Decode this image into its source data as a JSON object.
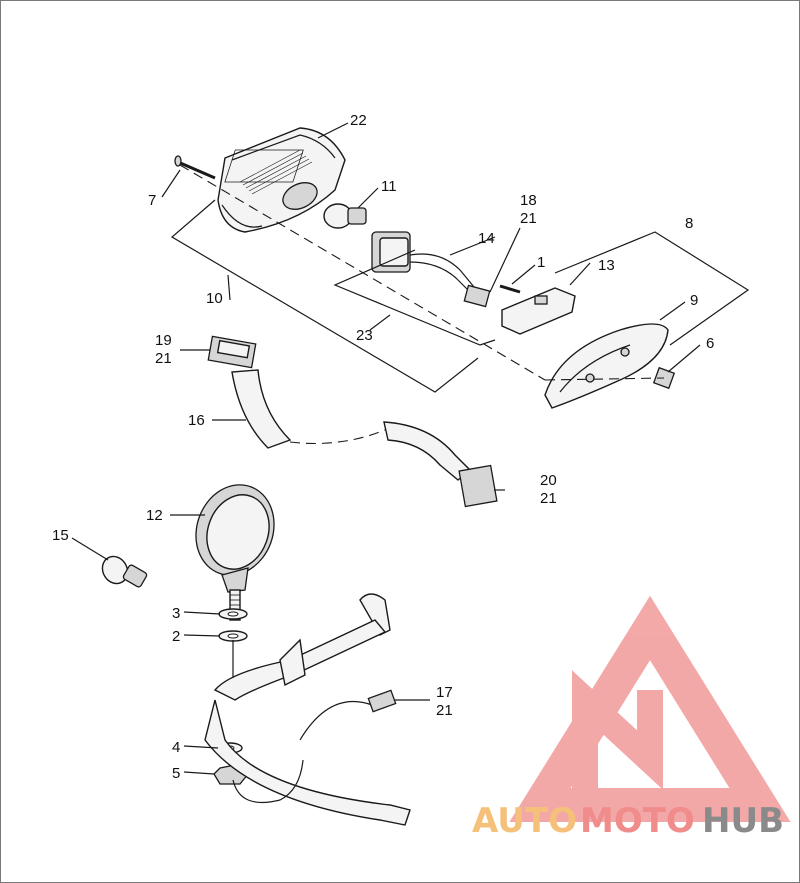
{
  "diagram": {
    "callouts": [
      {
        "id": "c22",
        "text": "22"
      },
      {
        "id": "c7",
        "text": "7"
      },
      {
        "id": "c11",
        "text": "11"
      },
      {
        "id": "c18",
        "text": "18"
      },
      {
        "id": "c21a",
        "text": "21"
      },
      {
        "id": "c8",
        "text": "8"
      },
      {
        "id": "c14",
        "text": "14"
      },
      {
        "id": "c1",
        "text": "1"
      },
      {
        "id": "c13",
        "text": "13"
      },
      {
        "id": "c10",
        "text": "10"
      },
      {
        "id": "c9",
        "text": "9"
      },
      {
        "id": "c23",
        "text": "23"
      },
      {
        "id": "c6",
        "text": "6"
      },
      {
        "id": "c19",
        "text": "19"
      },
      {
        "id": "c21b",
        "text": "21"
      },
      {
        "id": "c16",
        "text": "16"
      },
      {
        "id": "c20",
        "text": "20"
      },
      {
        "id": "c21c",
        "text": "21"
      },
      {
        "id": "c12",
        "text": "12"
      },
      {
        "id": "c15",
        "text": "15"
      },
      {
        "id": "c3",
        "text": "3"
      },
      {
        "id": "c2",
        "text": "2"
      },
      {
        "id": "c17",
        "text": "17"
      },
      {
        "id": "c21d",
        "text": "21"
      },
      {
        "id": "c4",
        "text": "4"
      },
      {
        "id": "c5",
        "text": "5"
      }
    ]
  },
  "watermark": {
    "part1": "AUTO",
    "part2": "MOTO",
    "part3": "HUB",
    "color1": "#f5c07a",
    "color2": "#f08c8c",
    "color3": "#8a8a8a",
    "logo_color": "#f29a9a"
  }
}
